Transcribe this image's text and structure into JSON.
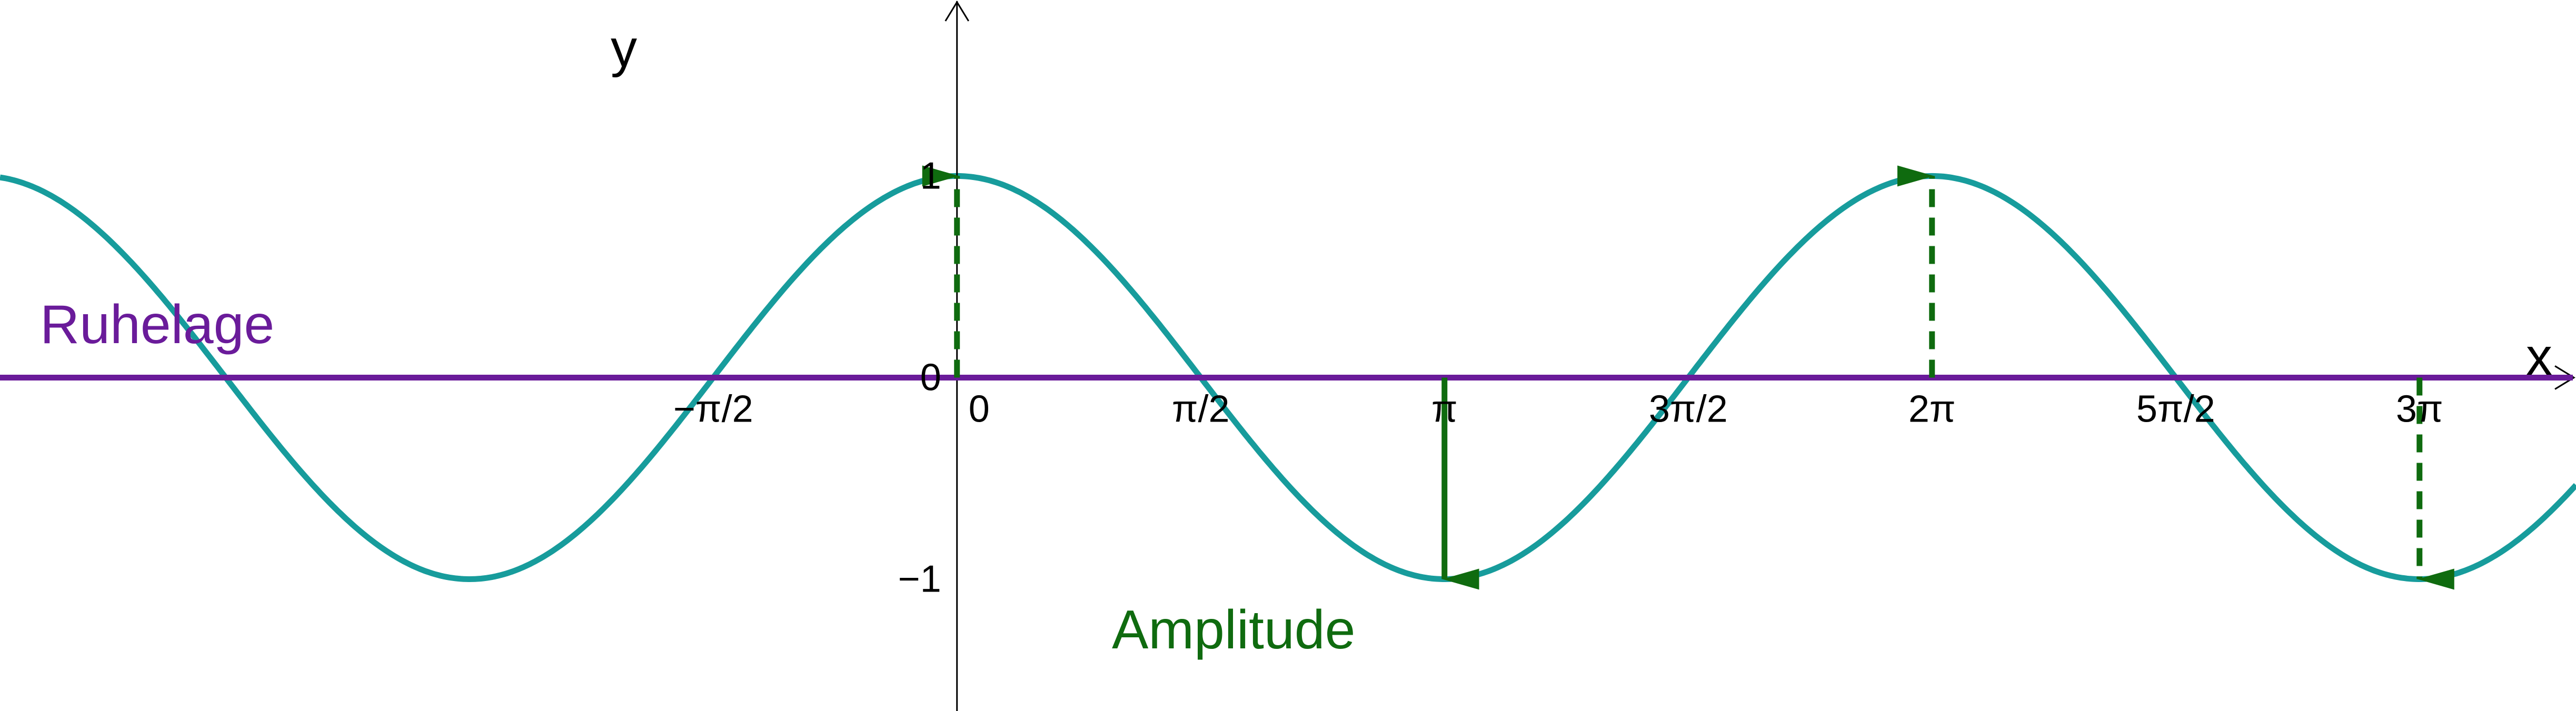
{
  "chart_data": {
    "type": "line",
    "title": "",
    "xlabel": "x",
    "ylabel": "y",
    "xlim": [
      -1.963,
      3.321
    ],
    "ylim": [
      -1.654,
      1.873
    ],
    "x_unit": "π",
    "grid": false,
    "x_ticks": [
      {
        "value": -0.5,
        "label": "−π/2"
      },
      {
        "value": 0,
        "label": "0"
      },
      {
        "value": 0.5,
        "label": "π/2"
      },
      {
        "value": 1,
        "label": "π"
      },
      {
        "value": 1.5,
        "label": "3π/2"
      },
      {
        "value": 2,
        "label": "2π"
      },
      {
        "value": 2.5,
        "label": "5π/2"
      },
      {
        "value": 3,
        "label": "3π"
      }
    ],
    "y_ticks": [
      {
        "value": 1,
        "label": "1"
      },
      {
        "value": 0,
        "label": "0"
      },
      {
        "value": -1,
        "label": "−1"
      }
    ],
    "series": [
      {
        "function": "cos(x)",
        "color": "#179c9c"
      }
    ],
    "equilibrium": {
      "label": "Ruhelage",
      "y": 0,
      "color": "#6a1b9a"
    },
    "amplitude": {
      "label": "Amplitude",
      "color": "#0f6b0f",
      "arrows": [
        {
          "x": 0,
          "to": 1,
          "style": "dashed"
        },
        {
          "x": 1,
          "to": -1,
          "style": "solid"
        },
        {
          "x": 2,
          "to": 1,
          "style": "dashed"
        },
        {
          "x": 3,
          "to": -1,
          "style": "dashed"
        }
      ]
    }
  }
}
